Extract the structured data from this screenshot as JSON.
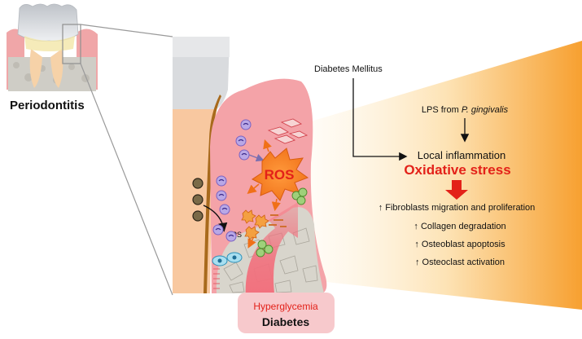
{
  "labels": {
    "periodontitis": "Periodontitis",
    "diabetes_mellitus": "Diabetes Mellitus",
    "lps_source_prefix": "LPS from ",
    "lps_source_species": "P. gingivalis",
    "local_inflammation": "Local inflammation",
    "oxidative_stress": "Oxidative stress",
    "ros": "ROS",
    "lps": "LPS",
    "hyperglycemia": "Hyperglycemia",
    "diabetes": "Diabetes"
  },
  "effects": [
    "↑ Fibroblasts migration and proliferation",
    "↑ Collagen degradation",
    "↑ Osteoblast apoptosis",
    "↑ Osteoclast activation"
  ],
  "colors": {
    "oxidative_stress": "#e32119",
    "hyperglycemia": "#e32119",
    "ros_fill": "#f47a20",
    "gingiva": "#f4a3a8",
    "cone_gradient_end": "#f7a030",
    "big_arrow": "#e32119"
  }
}
